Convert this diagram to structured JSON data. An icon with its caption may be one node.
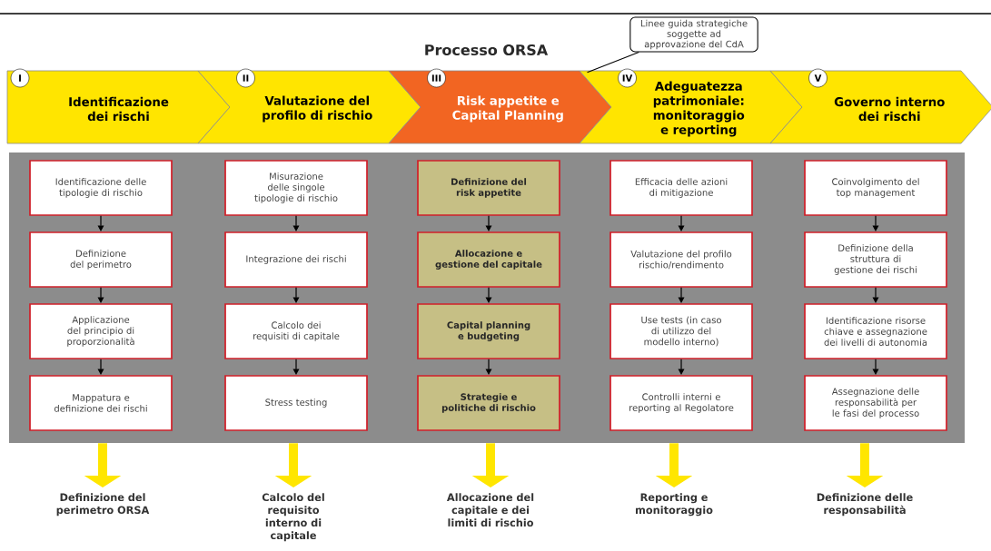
{
  "diagram": {
    "title": "Processo ORSA",
    "nodes": [
      {
        "text": [
          "Linee guida strategiche soggette ad approvazione del CdA"
        ]
      },
      {
        "text": [
          "I",
          "Identificazione dei rischi"
        ]
      },
      {
        "text": [
          "II",
          "Valutazione del profilo di rischio"
        ]
      },
      {
        "text": [
          "III",
          "Risk appetite e Capital Planning"
        ]
      },
      {
        "text": [
          "IV",
          "Adeguatezza patrimoniale: monitoraggio e reporting"
        ]
      },
      {
        "text": [
          "V",
          "Governo interno dei rischi"
        ]
      },
      {
        "text": [],
        "shape": "box"
      },
      {
        "text": [
          "Identificazione delle tipologie di rischio"
        ],
        "in": 6
      },
      {
        "text": [
          "Definizione del perimetro"
        ],
        "in": 6
      },
      {
        "text": [
          "Applicazione del principio di proporzionalità"
        ],
        "in": 6
      },
      {
        "text": [
          "Mappatura e definizione dei rischi"
        ],
        "in": 6
      },
      {
        "text": [
          "Misurazione delle singole tipologie di rischio"
        ],
        "in": 6
      },
      {
        "text": [
          "Integrazione dei rischi"
        ],
        "in": 6
      },
      {
        "text": [
          "Calcolo dei requisiti di capitale"
        ],
        "in": 6
      },
      {
        "text": [
          "Stress testing"
        ],
        "in": 6
      },
      {
        "text": [
          "Definizione del risk appetite"
        ],
        "in": 6
      },
      {
        "text": [
          "Allocazione e gestione del capitale"
        ],
        "in": 6
      },
      {
        "text": [
          "Capital planning e budgeting"
        ],
        "in": 6
      },
      {
        "text": [
          "Strategie e politiche di rischio"
        ],
        "in": 6
      },
      {
        "text": [
          "Efficacia delle azioni di mitigazione"
        ],
        "in": 6
      },
      {
        "text": [
          "Valutazione del profilo rischio/rendimento"
        ],
        "in": 6
      },
      {
        "text": [
          "Use tests (in caso di utilizzo del modello interno)"
        ],
        "in": 6
      },
      {
        "text": [
          "Controlli interni e reporting al Regolatore"
        ],
        "in": 6
      },
      {
        "text": [
          "Coinvolgimento del top management"
        ],
        "in": 6
      },
      {
        "text": [
          "Definizione della struttura di gestione dei rischi"
        ],
        "in": 6
      },
      {
        "text": [
          "Identificazione risorse chiave e assegnazione dei livelli di autonomia"
        ],
        "in": 6
      },
      {
        "text": [
          "Assegnazione delle responsabilità per le fasi del processo"
        ],
        "in": 6
      },
      {
        "text": [
          "Definizione del perimetro ORSA"
        ]
      },
      {
        "text": [
          "Calcolo del requisito interno di capitale"
        ]
      },
      {
        "text": [
          "Allocazione del capitale e dei limiti di rischio"
        ]
      },
      {
        "text": [
          "Reporting e monitoraggio"
        ]
      },
      {
        "text": [
          "Definizione delle responsabilità"
        ]
      }
    ],
    "edges": [
      {
        "from": 0,
        "to": 4,
        "arrow": "none"
      },
      {
        "from": 7,
        "to": 8,
        "arrow": "to"
      },
      {
        "from": 8,
        "to": 9,
        "arrow": "to"
      },
      {
        "from": 9,
        "to": 10,
        "arrow": "to"
      },
      {
        "from": 11,
        "to": 12,
        "arrow": "to"
      },
      {
        "from": 12,
        "to": 13,
        "arrow": "to"
      },
      {
        "from": 13,
        "to": 14,
        "arrow": "to"
      },
      {
        "from": 15,
        "to": 16,
        "arrow": "to"
      },
      {
        "from": 16,
        "to": 17,
        "arrow": "to"
      },
      {
        "from": 17,
        "to": 18,
        "arrow": "to"
      },
      {
        "from": 19,
        "to": 20,
        "arrow": "to"
      },
      {
        "from": 20,
        "to": 21,
        "arrow": "to"
      },
      {
        "from": 21,
        "to": 22,
        "arrow": "to"
      },
      {
        "from": 23,
        "to": 24,
        "arrow": "to"
      },
      {
        "from": 24,
        "to": 25,
        "arrow": "to"
      },
      {
        "from": 25,
        "to": 26,
        "arrow": "to"
      },
      {
        "from": 6,
        "to": 27,
        "arrow": "to",
        "style": "thick",
        "color": "#ffe600"
      },
      {
        "from": 6,
        "to": 28,
        "arrow": "to",
        "style": "thick",
        "color": "#ffe600"
      },
      {
        "from": 6,
        "to": 29,
        "arrow": "to",
        "style": "thick",
        "color": "#ffe600"
      },
      {
        "from": 6,
        "to": 30,
        "arrow": "to",
        "style": "thick",
        "color": "#ffe600"
      },
      {
        "from": 6,
        "to": 31,
        "arrow": "to",
        "style": "thick",
        "color": "#ffe600"
      }
    ]
  }
}
